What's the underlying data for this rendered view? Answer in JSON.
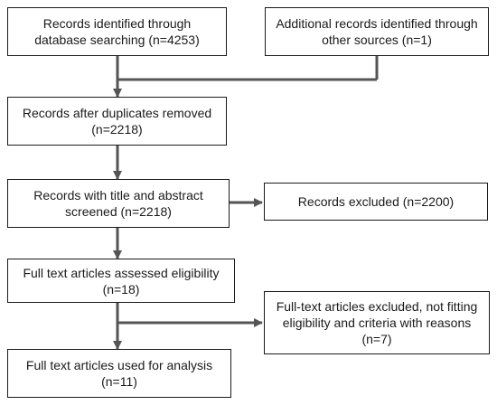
{
  "diagram": {
    "nodes": [
      {
        "id": "identified",
        "lines": [
          "Records identified through",
          "database searching (n=4253)"
        ]
      },
      {
        "id": "additional",
        "lines": [
          "Additional records identified through",
          "other sources (n=1)"
        ]
      },
      {
        "id": "deduplicated",
        "lines": [
          "Records after duplicates removed",
          "(n=2218)"
        ]
      },
      {
        "id": "screened",
        "lines": [
          "Records with title and abstract",
          "screened (n=2218)"
        ]
      },
      {
        "id": "excluded",
        "lines": [
          "Records excluded (n=2200)"
        ]
      },
      {
        "id": "assessed",
        "lines": [
          "Full text articles assessed eligibility",
          "(n=18)"
        ]
      },
      {
        "id": "fulltext-excluded",
        "lines": [
          "Full-text articles excluded, not fitting",
          "eligibility and criteria with reasons",
          "(n=7)"
        ]
      },
      {
        "id": "used",
        "lines": [
          "Full text articles used for analysis",
          "(n=11)"
        ]
      }
    ],
    "edges": [
      {
        "from": "identified",
        "to": "deduplicated"
      },
      {
        "from": "additional",
        "to": "deduplicated"
      },
      {
        "from": "deduplicated",
        "to": "screened"
      },
      {
        "from": "screened",
        "to": "excluded"
      },
      {
        "from": "screened",
        "to": "assessed"
      },
      {
        "from": "assessed",
        "to": "fulltext-excluded"
      },
      {
        "from": "assessed",
        "to": "used"
      }
    ],
    "colors": {
      "line": "#555555",
      "border": "#1a1a1a",
      "text": "#1a1a1a"
    }
  }
}
